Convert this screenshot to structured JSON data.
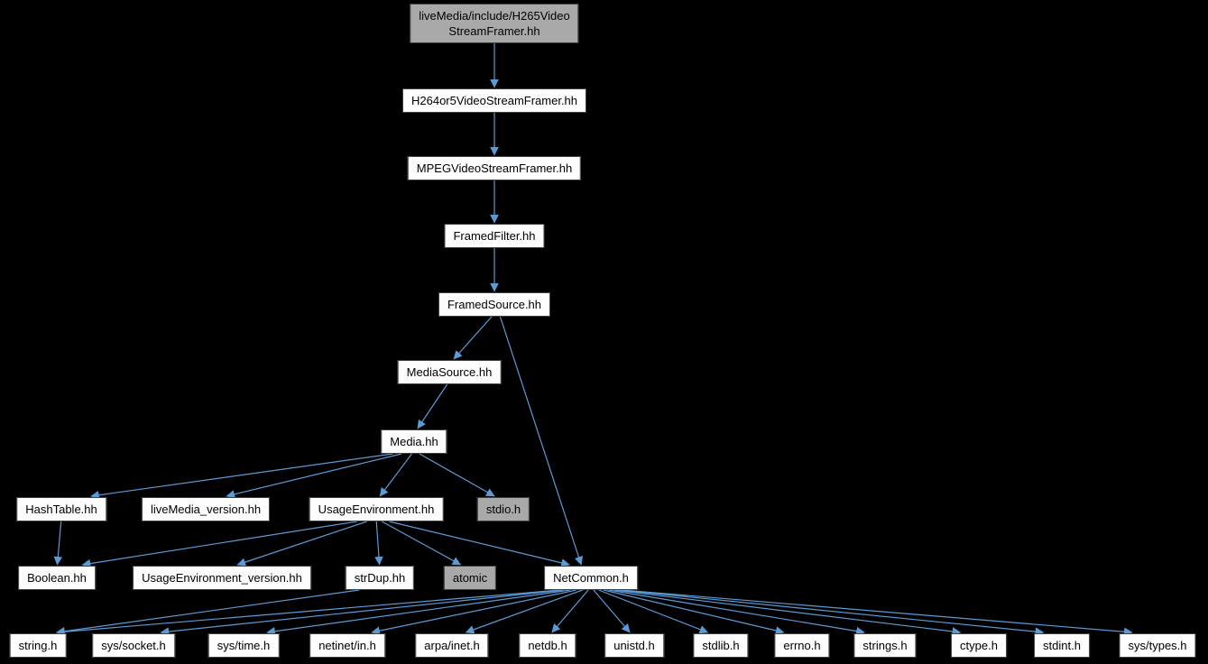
{
  "graph": {
    "nodes": {
      "h265": {
        "label": "liveMedia/include/H265Video\nStreamFramer.hh"
      },
      "h264or5": {
        "label": "H264or5VideoStreamFramer.hh"
      },
      "mpeg": {
        "label": "MPEGVideoStreamFramer.hh"
      },
      "framedfilter": {
        "label": "FramedFilter.hh"
      },
      "framedsource": {
        "label": "FramedSource.hh"
      },
      "mediasource": {
        "label": "MediaSource.hh"
      },
      "media": {
        "label": "Media.hh"
      },
      "hashtable": {
        "label": "HashTable.hh"
      },
      "livemedia_version": {
        "label": "liveMedia_version.hh"
      },
      "usageenv": {
        "label": "UsageEnvironment.hh"
      },
      "stdio": {
        "label": "stdio.h"
      },
      "boolean": {
        "label": "Boolean.hh"
      },
      "usageenv_version": {
        "label": "UsageEnvironment_version.hh"
      },
      "strdup": {
        "label": "strDup.hh"
      },
      "atomic": {
        "label": "atomic"
      },
      "netcommon": {
        "label": "NetCommon.h"
      },
      "string": {
        "label": "string.h"
      },
      "sys_socket": {
        "label": "sys/socket.h"
      },
      "sys_time": {
        "label": "sys/time.h"
      },
      "netinet_in": {
        "label": "netinet/in.h"
      },
      "arpa_inet": {
        "label": "arpa/inet.h"
      },
      "netdb": {
        "label": "netdb.h"
      },
      "unistd": {
        "label": "unistd.h"
      },
      "stdlib": {
        "label": "stdlib.h"
      },
      "errno": {
        "label": "errno.h"
      },
      "strings": {
        "label": "strings.h"
      },
      "ctype": {
        "label": "ctype.h"
      },
      "stdint": {
        "label": "stdint.h"
      },
      "sys_types": {
        "label": "sys/types.h"
      }
    },
    "edges": [
      {
        "from": "h265",
        "to": "h264or5"
      },
      {
        "from": "h264or5",
        "to": "mpeg"
      },
      {
        "from": "mpeg",
        "to": "framedfilter"
      },
      {
        "from": "framedfilter",
        "to": "framedsource"
      },
      {
        "from": "framedsource",
        "to": "mediasource"
      },
      {
        "from": "framedsource",
        "to": "netcommon"
      },
      {
        "from": "mediasource",
        "to": "media"
      },
      {
        "from": "media",
        "to": "hashtable"
      },
      {
        "from": "media",
        "to": "livemedia_version"
      },
      {
        "from": "media",
        "to": "usageenv"
      },
      {
        "from": "media",
        "to": "stdio"
      },
      {
        "from": "hashtable",
        "to": "boolean"
      },
      {
        "from": "usageenv",
        "to": "boolean"
      },
      {
        "from": "usageenv",
        "to": "usageenv_version"
      },
      {
        "from": "usageenv",
        "to": "strdup"
      },
      {
        "from": "usageenv",
        "to": "atomic"
      },
      {
        "from": "usageenv",
        "to": "netcommon"
      },
      {
        "from": "strdup",
        "to": "string"
      },
      {
        "from": "netcommon",
        "to": "string"
      },
      {
        "from": "netcommon",
        "to": "sys_socket"
      },
      {
        "from": "netcommon",
        "to": "sys_time"
      },
      {
        "from": "netcommon",
        "to": "netinet_in"
      },
      {
        "from": "netcommon",
        "to": "arpa_inet"
      },
      {
        "from": "netcommon",
        "to": "netdb"
      },
      {
        "from": "netcommon",
        "to": "unistd"
      },
      {
        "from": "netcommon",
        "to": "stdlib"
      },
      {
        "from": "netcommon",
        "to": "errno"
      },
      {
        "from": "netcommon",
        "to": "strings"
      },
      {
        "from": "netcommon",
        "to": "ctype"
      },
      {
        "from": "netcommon",
        "to": "stdint"
      },
      {
        "from": "netcommon",
        "to": "sys_types"
      }
    ]
  },
  "colors": {
    "bg": "#000000",
    "node_fill": "#fdfdfd",
    "node_border": "#3f3f3f",
    "gray_fill": "#a9a9a9",
    "edge": "#5b9bd5"
  }
}
